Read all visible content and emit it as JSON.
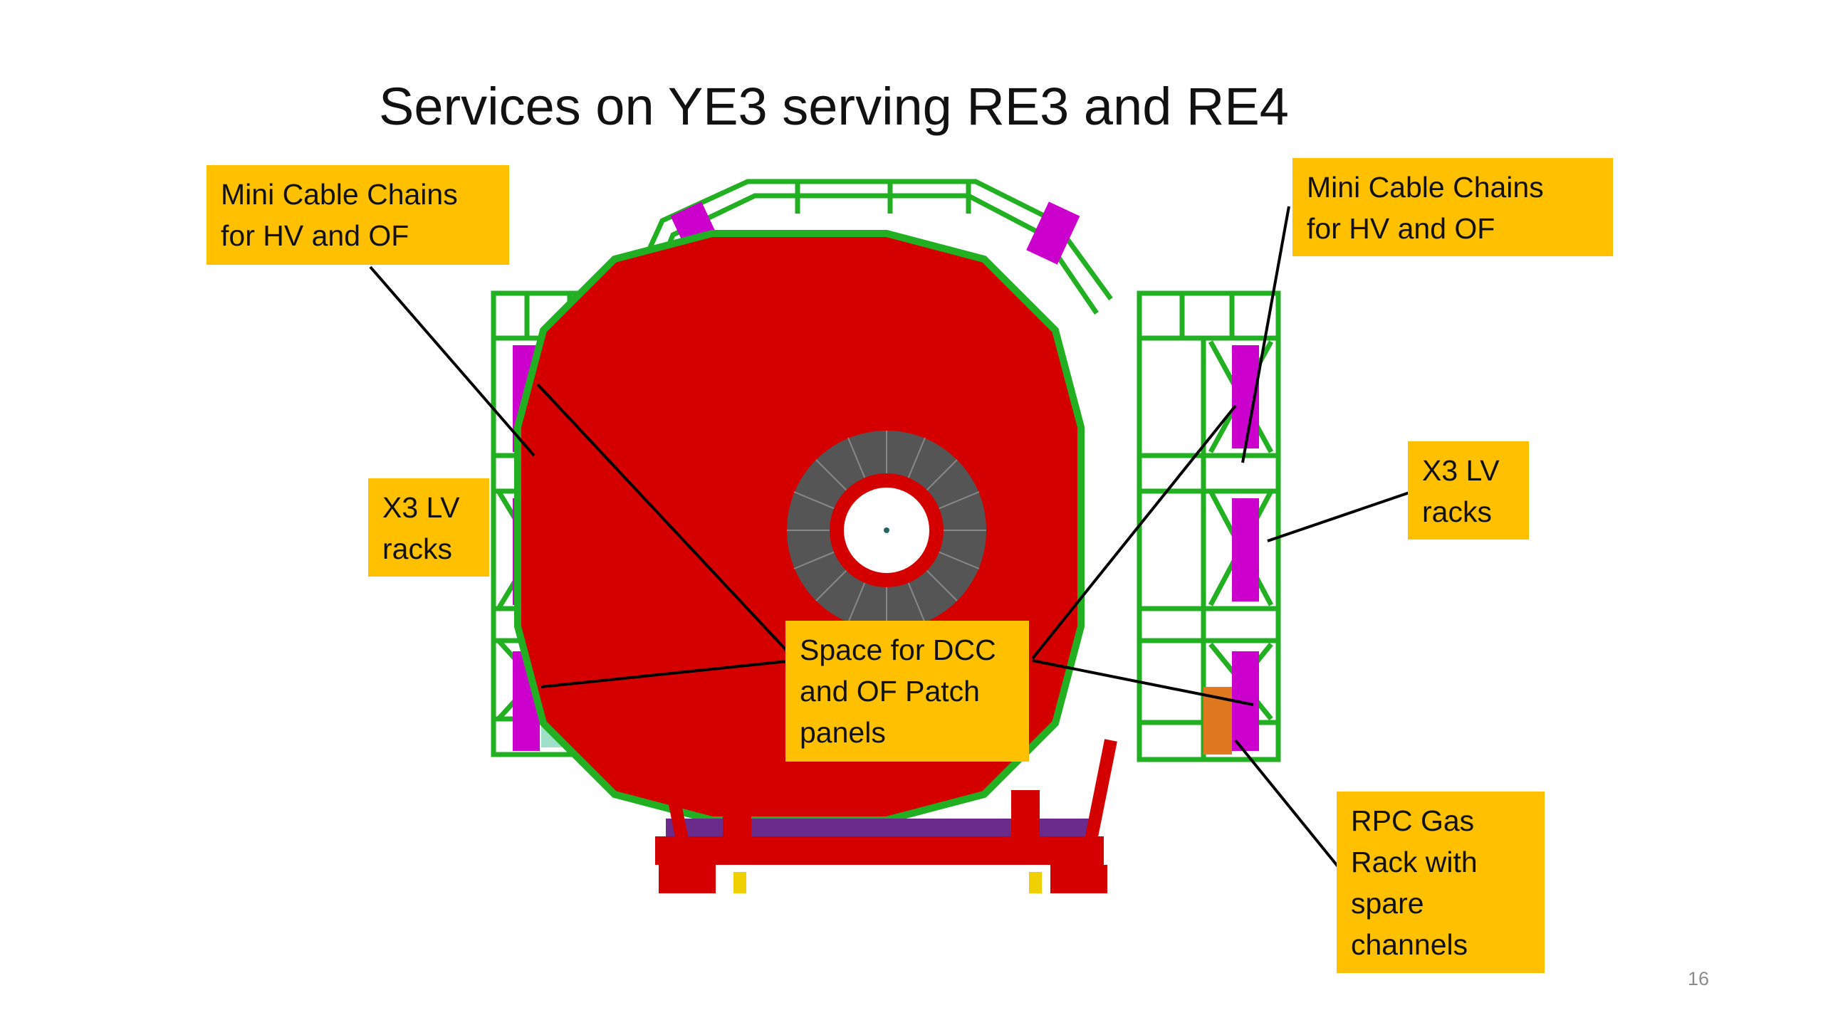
{
  "slide": {
    "title": "Services on YE3 serving RE3 and RE4",
    "page_number": "16"
  },
  "labels": {
    "cable_chains_left": {
      "lines": [
        "Mini Cable Chains",
        "for HV and OF"
      ]
    },
    "cable_chains_right": {
      "lines": [
        "Mini Cable Chains",
        "for HV and OF"
      ]
    },
    "lv_racks_left": {
      "lines": [
        "X3 LV",
        "racks"
      ]
    },
    "lv_racks_right": {
      "lines": [
        "X3 LV",
        "racks"
      ]
    },
    "dcc_space": {
      "lines": [
        "Space for DCC",
        "and OF Patch",
        "panels"
      ]
    },
    "gas_rack": {
      "lines": [
        "RPC Gas",
        "Rack with",
        "spare",
        "channels"
      ]
    }
  },
  "colors": {
    "label_fill": "#ffc000",
    "disk_red": "#d40000",
    "frame_green": "#22b022",
    "rack_magenta": "#cc00cc",
    "hub_gray": "#555555"
  }
}
